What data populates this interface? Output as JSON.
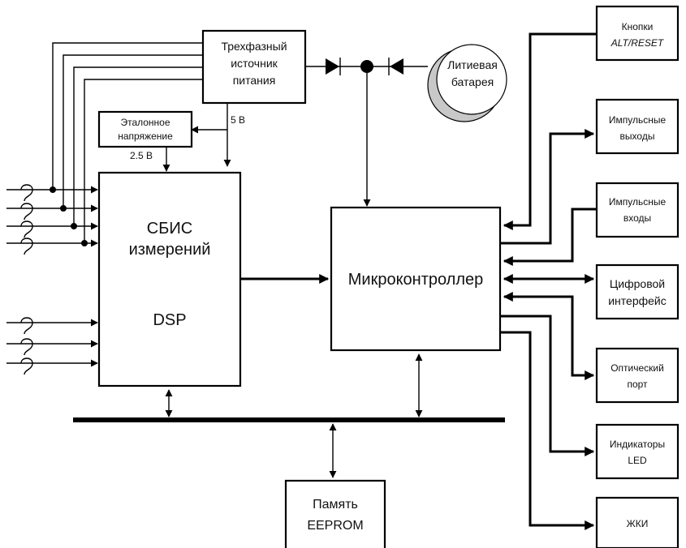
{
  "blocks": {
    "power_supply": [
      "Трехфазный",
      "источник",
      "питания"
    ],
    "reference": [
      "Эталонное",
      "напряжение"
    ],
    "battery": [
      "Литиевая",
      "батарея"
    ],
    "asic": [
      "СБИС",
      "измерений"
    ],
    "dsp": "DSP",
    "mcu": "Микроконтроллер",
    "eeprom": [
      "Память",
      "EEPROM"
    ],
    "buttons": [
      "Кнопки",
      "ALT/RESET"
    ],
    "pulse_out": [
      "Импульсные",
      "выходы"
    ],
    "pulse_in": [
      "Импульсные",
      "входы"
    ],
    "digital_if": [
      "Цифровой",
      "интерфейс"
    ],
    "optical": [
      "Оптический",
      "порт"
    ],
    "led": [
      "Индикаторы",
      "LED"
    ],
    "lcd": "ЖКИ"
  },
  "labels": {
    "v5": "5 В",
    "v25": "2.5 В"
  }
}
